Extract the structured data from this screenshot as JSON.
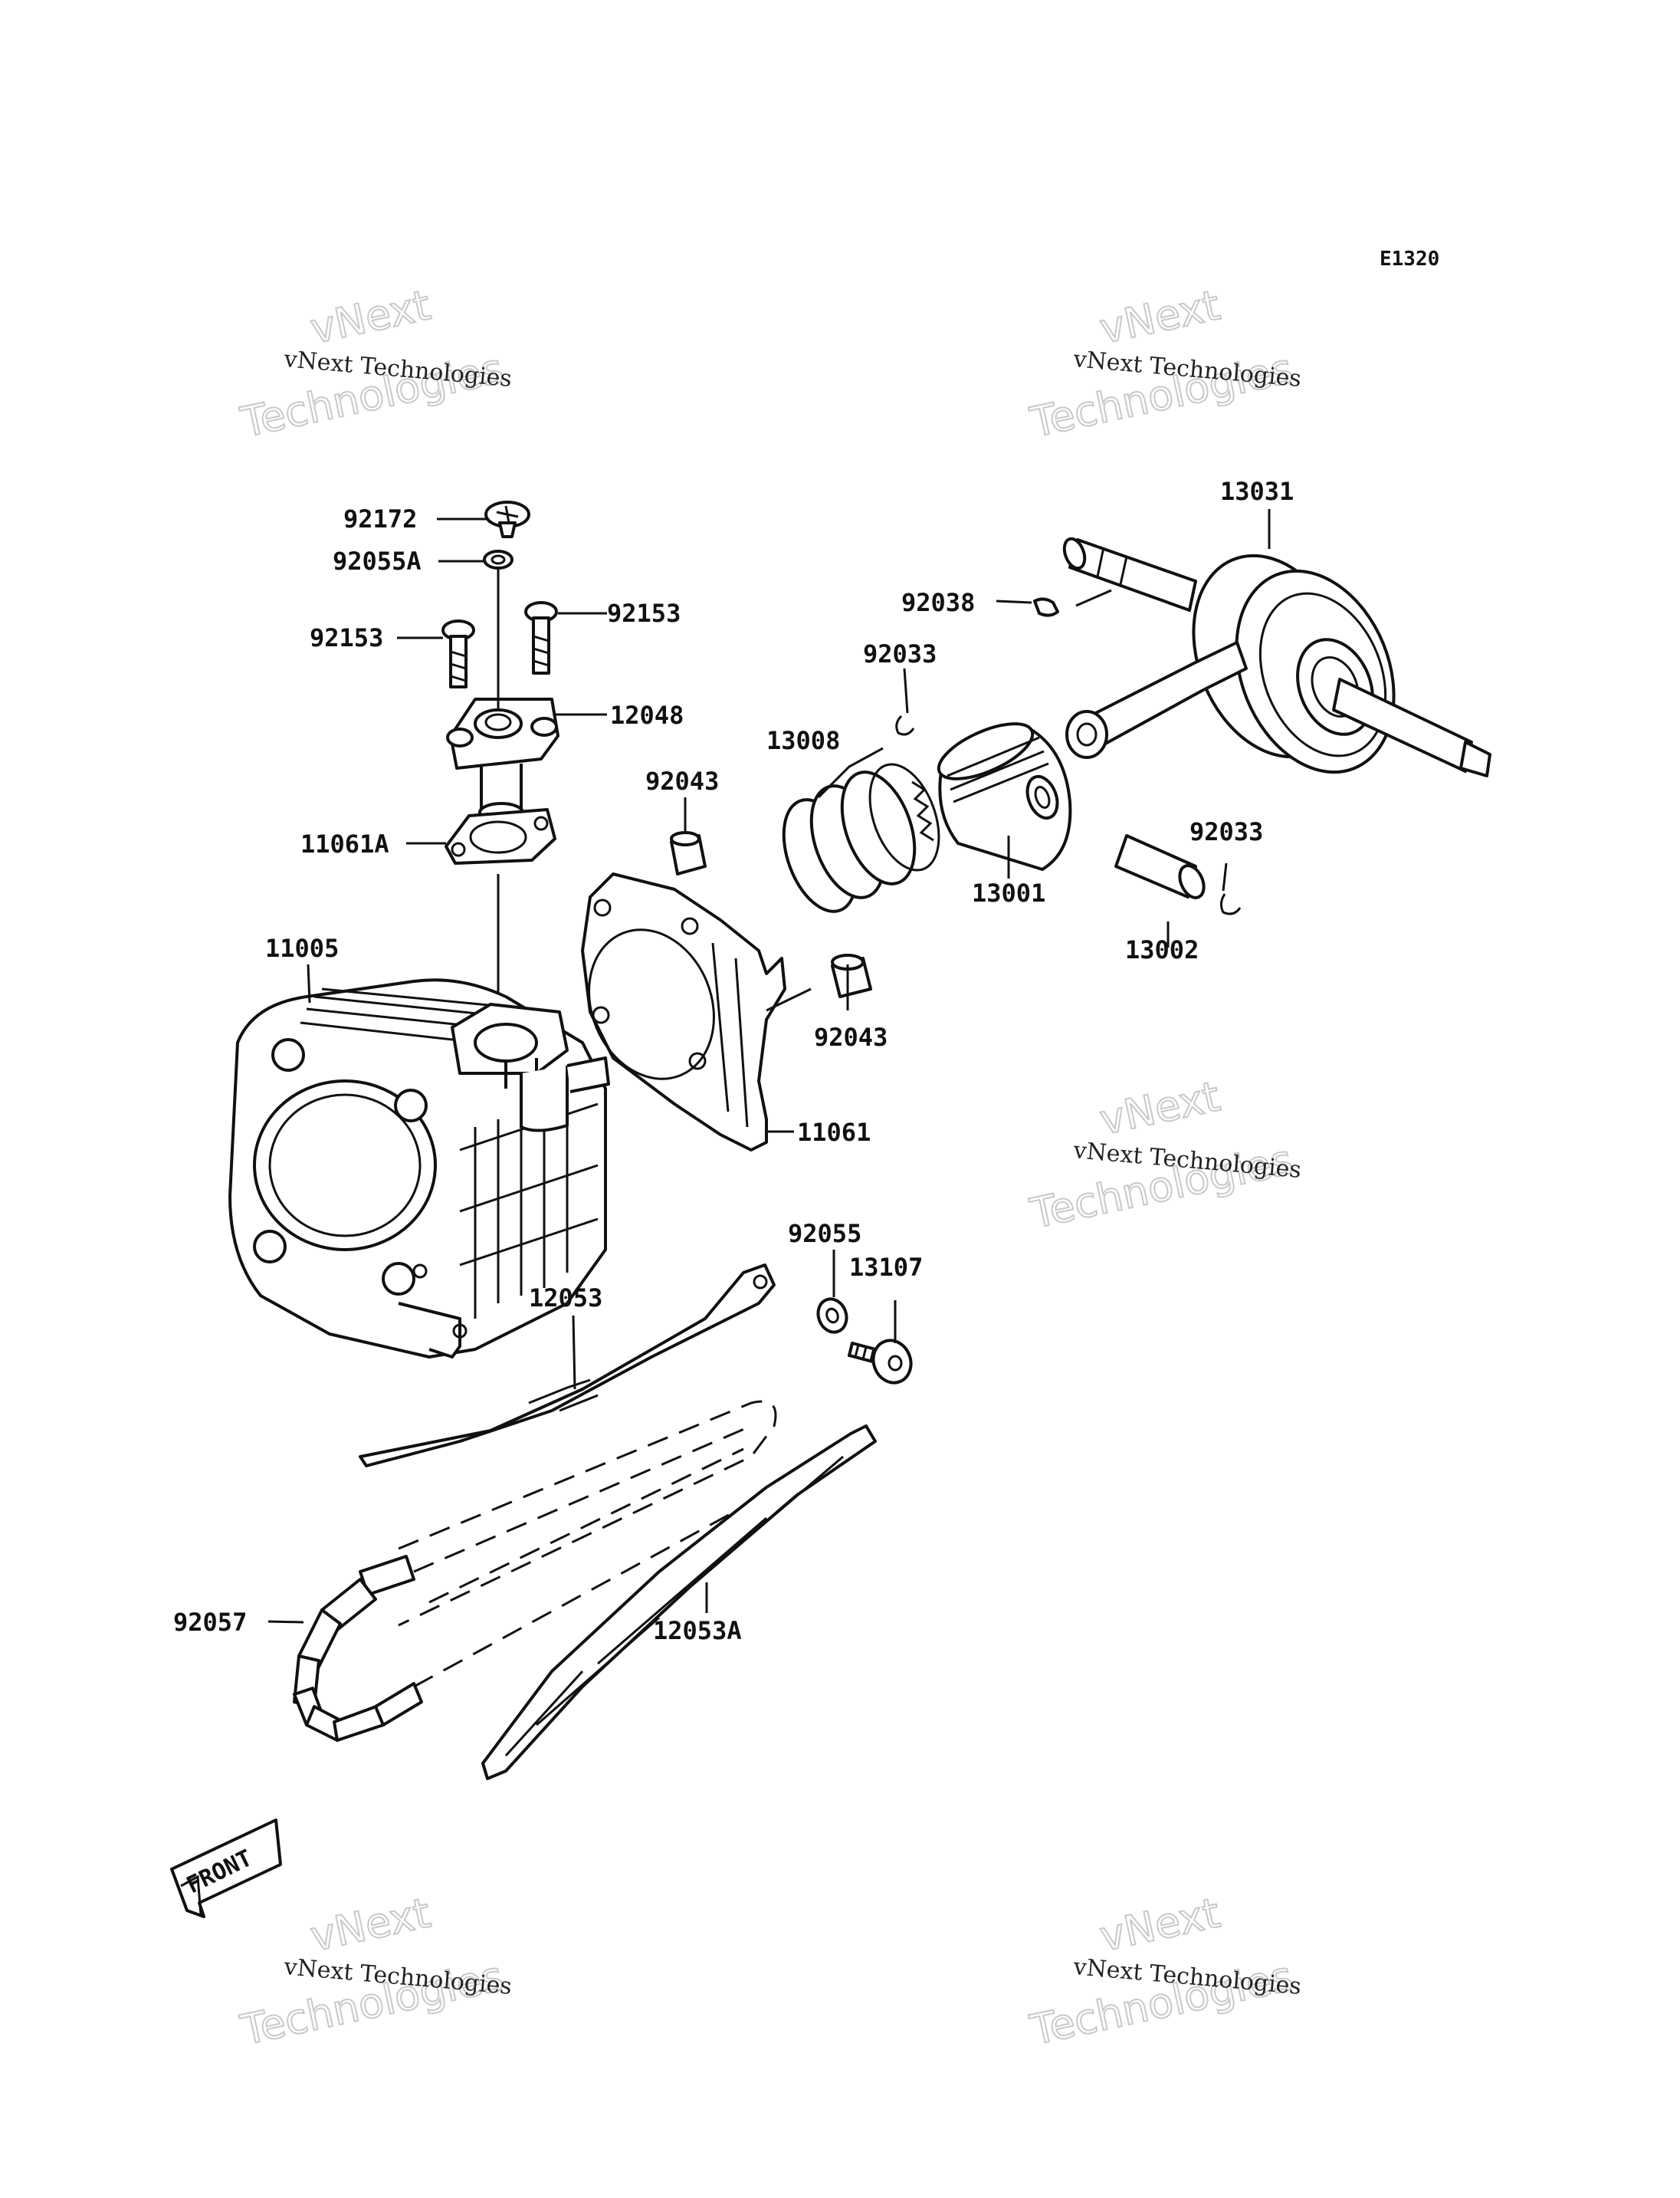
{
  "diagram_code": "E1320",
  "watermark": {
    "small": "vNext Technologies",
    "big_line1": "vNext",
    "big_line2": "Technologies"
  },
  "front_marker": "FRONT",
  "parts": [
    {
      "id": "p-92172",
      "label": "92172"
    },
    {
      "id": "p-92055A",
      "label": "92055A"
    },
    {
      "id": "p-92153-left",
      "label": "92153"
    },
    {
      "id": "p-92153-right",
      "label": "92153"
    },
    {
      "id": "p-12048",
      "label": "12048"
    },
    {
      "id": "p-11061A",
      "label": "11061A"
    },
    {
      "id": "p-11005",
      "label": "11005"
    },
    {
      "id": "p-92043-top",
      "label": "92043"
    },
    {
      "id": "p-92043-bottom",
      "label": "92043"
    },
    {
      "id": "p-11061",
      "label": "11061"
    },
    {
      "id": "p-13008",
      "label": "13008"
    },
    {
      "id": "p-92033-top",
      "label": "92033"
    },
    {
      "id": "p-13001",
      "label": "13001"
    },
    {
      "id": "p-92038",
      "label": "92038"
    },
    {
      "id": "p-13031",
      "label": "13031"
    },
    {
      "id": "p-92033-right",
      "label": "92033"
    },
    {
      "id": "p-13002",
      "label": "13002"
    },
    {
      "id": "p-92055",
      "label": "92055"
    },
    {
      "id": "p-13107",
      "label": "13107"
    },
    {
      "id": "p-12053",
      "label": "12053"
    },
    {
      "id": "p-92057",
      "label": "92057"
    },
    {
      "id": "p-12053A",
      "label": "12053A"
    }
  ]
}
